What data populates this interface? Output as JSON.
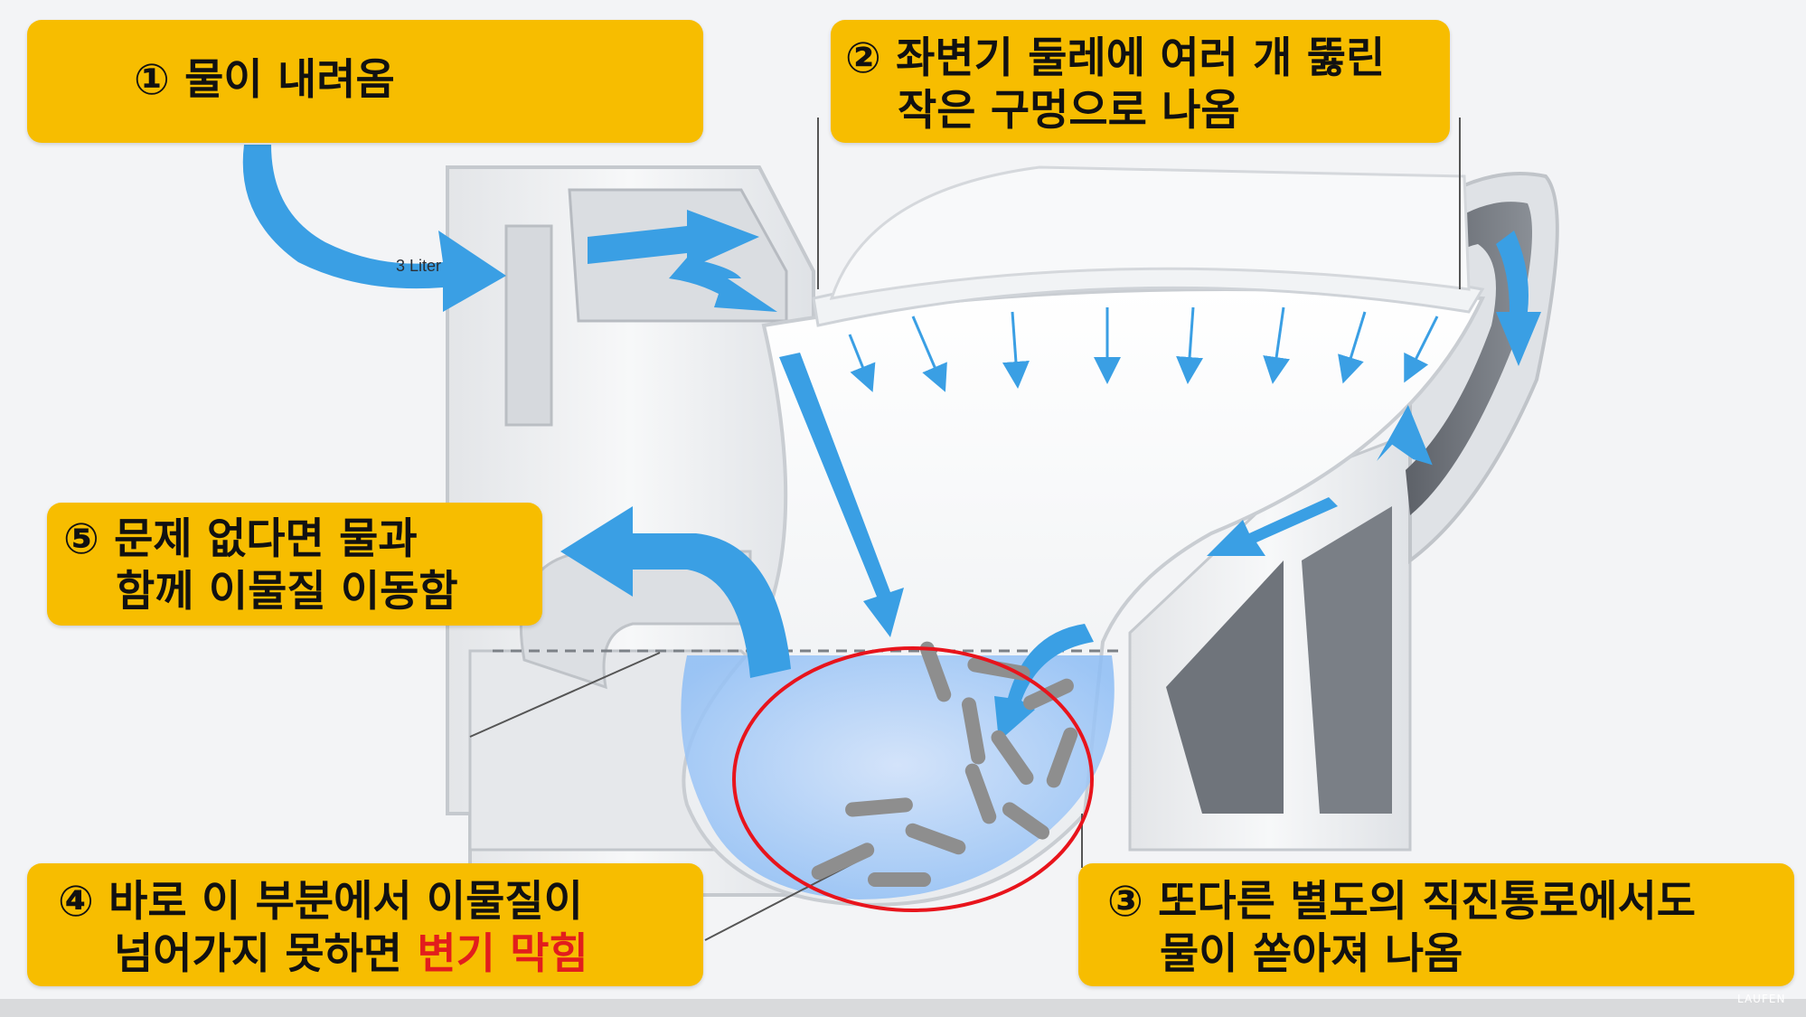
{
  "diagram": {
    "flow_label": "3 Liter",
    "watermark": "LAUFEN",
    "colors": {
      "callout_bg": "#f7bd00",
      "flow_arrow": "#3a9fe4",
      "debris": "#8e8e8e",
      "highlight_circle": "#e8141c",
      "water": "#8dbdf5"
    }
  },
  "callouts": {
    "step1": {
      "line1": "① 물이 내려옴"
    },
    "step2": {
      "line1": "② 좌변기 둘레에 여러 개 뚫린",
      "line2": "작은 구멍으로 나옴"
    },
    "step3": {
      "line1": "③ 또다른 별도의 직진통로에서도",
      "line2": "물이 쏟아져 나옴"
    },
    "step4": {
      "line1": "④ 바로 이 부분에서 이물질이",
      "line2_prefix": "넘어가지 못하면 ",
      "line2_highlight": "변기 막힘"
    },
    "step5": {
      "line1": "⑤ 문제 없다면 물과",
      "line2": "함께 이물질 이동함"
    }
  }
}
